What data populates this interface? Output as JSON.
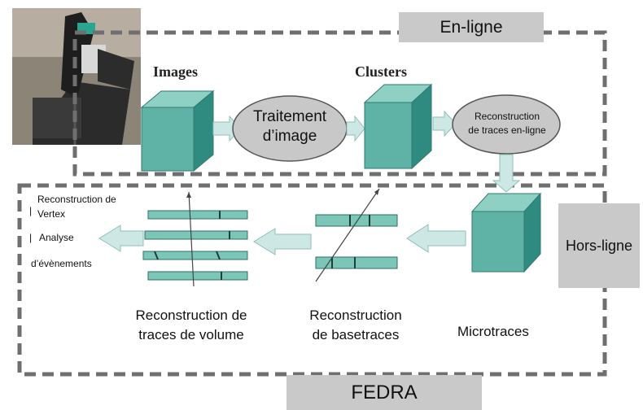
{
  "labels": {
    "online": "En-ligne",
    "offline": "Hors-ligne",
    "fedra": "FEDRA",
    "images": "Images",
    "clusters": "Clusters",
    "image_processing_line1": "Traitement",
    "image_processing_line2": "d’image",
    "online_reco_line1": "Reconstruction",
    "online_reco_line2": "de traces en-ligne",
    "vertex_reco_line1": "Reconstruction de",
    "vertex_reco_line2": "Vertex",
    "event_analysis_line1": "Analyse",
    "event_analysis_line2": "d’évènements",
    "volume_reco_line1": "Reconstruction de",
    "volume_reco_line2": "traces de volume",
    "basetrack_reco_line1": "Reconstruction",
    "basetrack_reco_line2": "de basetraces",
    "microtracks": "Microtraces"
  },
  "colors": {
    "cube_front": "#5fb3a6",
    "cube_top": "#8fd0c4",
    "cube_side": "#2f8a80",
    "arrow_fill": "#cde8e4",
    "arrow_stroke": "#8fbfb8",
    "ellipse_fill": "#c8c8c8",
    "dash": "#6f6f6f",
    "label_bg": "#c9c9c9",
    "track_fill": "#7cc6b8"
  }
}
